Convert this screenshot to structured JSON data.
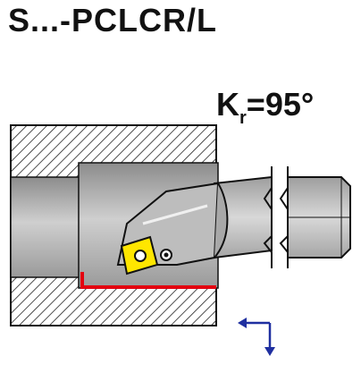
{
  "title": "S...-PCLCR/L",
  "angle_label": {
    "prefix": "K",
    "subscript": "r",
    "value": "=95°"
  },
  "colors": {
    "body_gray": "#9a9a9a",
    "tool_gray": "#b4b4b4",
    "machined_edge": "#e3000f",
    "insert_yellow": "#ffe600",
    "arrow_blue": "#1f2fa0",
    "outline": "#111111"
  }
}
